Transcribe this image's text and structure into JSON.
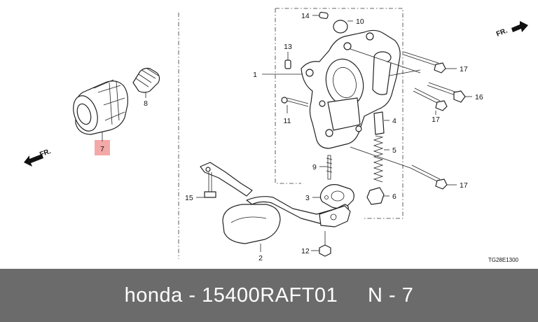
{
  "diagram": {
    "callouts": {
      "c1": "1",
      "c2": "2",
      "c3": "3",
      "c4": "4",
      "c5": "5",
      "c6": "6",
      "c7": "7",
      "c8": "8",
      "c9": "9",
      "c10": "10",
      "c11": "11",
      "c12": "12",
      "c13": "13",
      "c14": "14",
      "c15": "15",
      "c16": "16",
      "c17a": "17",
      "c17b": "17",
      "c17c": "17"
    },
    "highlight_color": "#f4a8a8",
    "fr_top": "FR.",
    "fr_left": "FR.",
    "ref_code": "TG28E1300"
  },
  "caption": {
    "text": "honda - 15400RAFT01     N - 7"
  }
}
